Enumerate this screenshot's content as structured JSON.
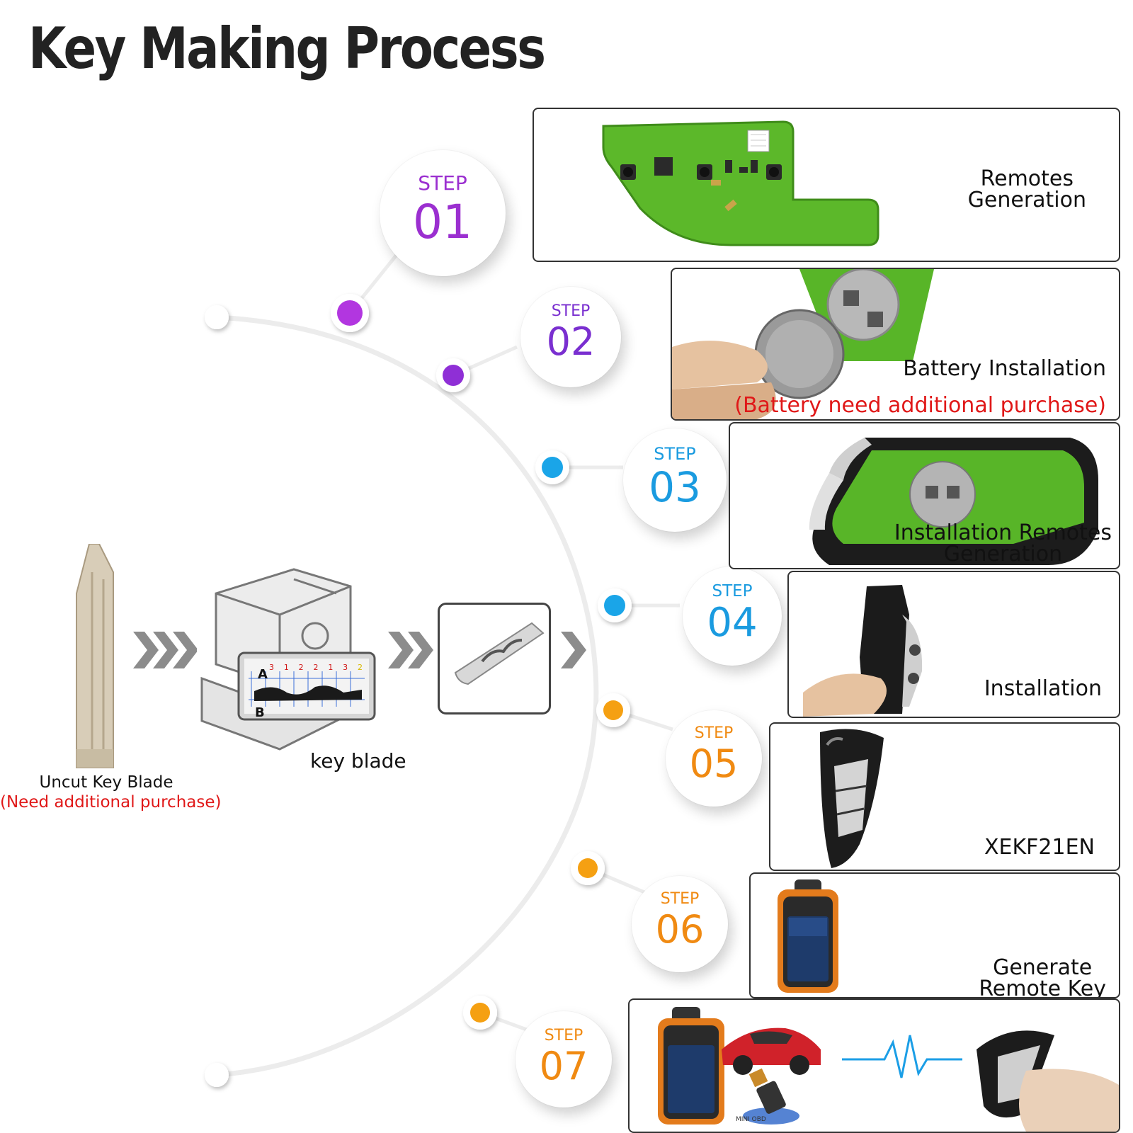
{
  "title": "Key Making Process",
  "steps": [
    {
      "word": "STEP",
      "num": "01",
      "color": "#9b2fd0",
      "label_lines": [
        "Remotes",
        "Generation"
      ],
      "note": ""
    },
    {
      "word": "STEP",
      "num": "02",
      "color": "#7a2fd0",
      "label_lines": [
        "Battery Installation"
      ],
      "note": "(Battery need additional purchase)"
    },
    {
      "word": "STEP",
      "num": "03",
      "color": "#1a9be0",
      "label_lines": [
        "Installation Remotes",
        "Generation"
      ],
      "note": ""
    },
    {
      "word": "STEP",
      "num": "04",
      "color": "#1a9be0",
      "label_lines": [
        "Installation"
      ],
      "note": ""
    },
    {
      "word": "STEP",
      "num": "05",
      "color": "#f08a12",
      "label_lines": [
        "XEKF21EN"
      ],
      "note": ""
    },
    {
      "word": "STEP",
      "num": "06",
      "color": "#f08a12",
      "label_lines": [
        "Generate",
        "Remote Key"
      ],
      "note": ""
    },
    {
      "word": "STEP",
      "num": "07",
      "color": "#f08a12",
      "label_lines": [],
      "note": ""
    }
  ],
  "left_flow": {
    "blade_label": "Uncut Key  Blade",
    "blade_note": "(Need additional purchase)",
    "machine_label": "key blade",
    "gauge_a": "A",
    "gauge_b": "B",
    "gauge_digits": [
      "3",
      "1",
      "2",
      "2",
      "1",
      "3",
      "2"
    ]
  },
  "step7_art": {
    "obd_label": "MINI OBD"
  },
  "colors": {
    "purple": "#9b2fd0",
    "blue": "#1a9be0",
    "orange": "#f08a12",
    "red": "#e01818"
  }
}
